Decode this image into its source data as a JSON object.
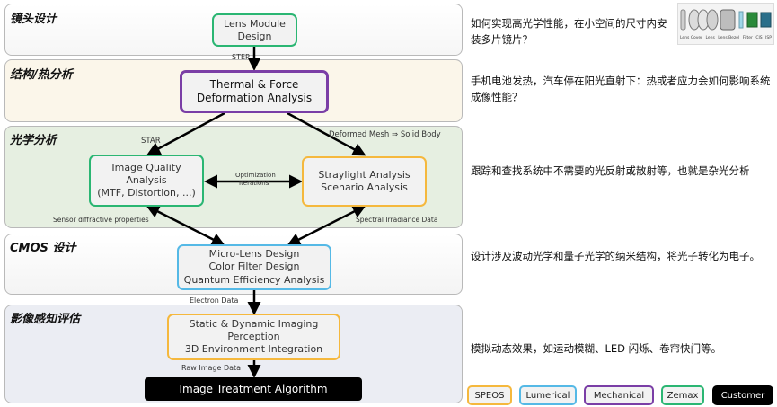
{
  "bands": [
    {
      "title": "镜头设计"
    },
    {
      "title": "结构/热分析"
    },
    {
      "title": "光学分析"
    },
    {
      "title": "CMOS 设计"
    },
    {
      "title": "影像感知评估"
    }
  ],
  "nodes": {
    "lens_module": [
      "Lens Module",
      "Design"
    ],
    "thermal": [
      "Thermal & Force",
      "Deformation Analysis"
    ],
    "image_quality": [
      "Image Quality",
      "Analysis",
      "(MTF, Distortion, ...)"
    ],
    "straylight": [
      "Straylight Analysis",
      "Scenario Analysis"
    ],
    "cmos": [
      "Micro-Lens Design",
      "Color Filter Design",
      "Quantum Efficiency Analysis"
    ],
    "imaging": [
      "Static & Dynamic Imaging",
      "Perception",
      "3D Environment Integration"
    ],
    "algorithm": "Image Treatment Algorithm"
  },
  "edge_labels": {
    "step": "STEP",
    "star": "STAR",
    "deformed": "Deformed Mesh ⇒ Solid Body",
    "optimization": [
      "Optimization",
      "Iterations"
    ],
    "sensor": "Sensor diffractive properties",
    "spectral": "Spectral Irradiance Data",
    "electron": "Electron Data",
    "raw": "Raw Image Data"
  },
  "notes": [
    "如何实现高光学性能，在小空间的尺寸内安装多片镜片？",
    "手机电池发热，汽车停在阳光直射下：热或者应力会如何影响系统成像性能？",
    "跟踪和查找系统中不需要的光反射或散射等，也就是杂光分析",
    "设计涉及波动光学和量子光学的纳米结构，将光子转化为电子。",
    "模拟动态效果，如运动模糊、LED 闪烁、卷帘快门等。"
  ],
  "thumbnail_labels": [
    "Lens Cover",
    "Lens",
    "Lens Bezel",
    "Filter",
    "CIS",
    "ISP"
  ],
  "legend": [
    {
      "label": "SPEOS",
      "color": "#f5b83d"
    },
    {
      "label": "Lumerical",
      "color": "#55b9e6"
    },
    {
      "label": "Mechanical",
      "color": "#7a3ea6"
    },
    {
      "label": "Zemax",
      "color": "#2bb673"
    },
    {
      "label": "Customer",
      "color": "#000000"
    }
  ],
  "colors": {
    "speos": "#f5b83d",
    "lumerical": "#55b9e6",
    "mechanical": "#7a3ea6",
    "zemax": "#2bb673",
    "customer": "#000000"
  }
}
